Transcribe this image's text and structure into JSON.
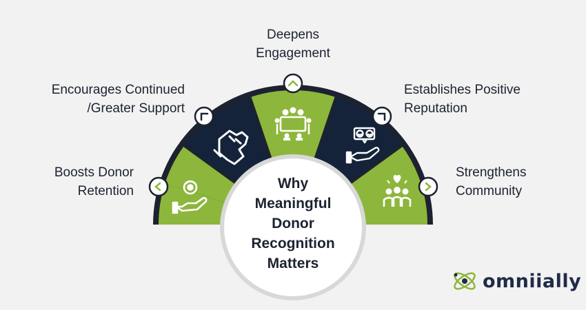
{
  "colors": {
    "green": "#8db63c",
    "navy": "#142339",
    "outline": "#1c2230",
    "background": "#f2f2f2",
    "white": "#ffffff"
  },
  "center": {
    "title_lines": [
      "Why",
      "Meaningful",
      "Donor",
      "Recognition",
      "Matters"
    ]
  },
  "segments": [
    {
      "icon": "hand-with-coin-cycle-icon",
      "color": "green",
      "lines": [
        "Boosts Donor",
        "Retention"
      ]
    },
    {
      "icon": "raised-fist-icon",
      "color": "navy",
      "lines": [
        "Encourages Continued",
        "/Greater Support"
      ]
    },
    {
      "icon": "meeting-table-icon",
      "color": "green",
      "lines": [
        "Deepens",
        "Engagement"
      ]
    },
    {
      "icon": "hand-with-smiley-faces-icon",
      "color": "navy",
      "lines": [
        "Establishes Positive",
        "Reputation"
      ]
    },
    {
      "icon": "community-heart-icon",
      "color": "green",
      "lines": [
        "Strengthens",
        "Community"
      ]
    }
  ],
  "logo": {
    "text": "omniially",
    "icon": "atom-logo-icon"
  }
}
